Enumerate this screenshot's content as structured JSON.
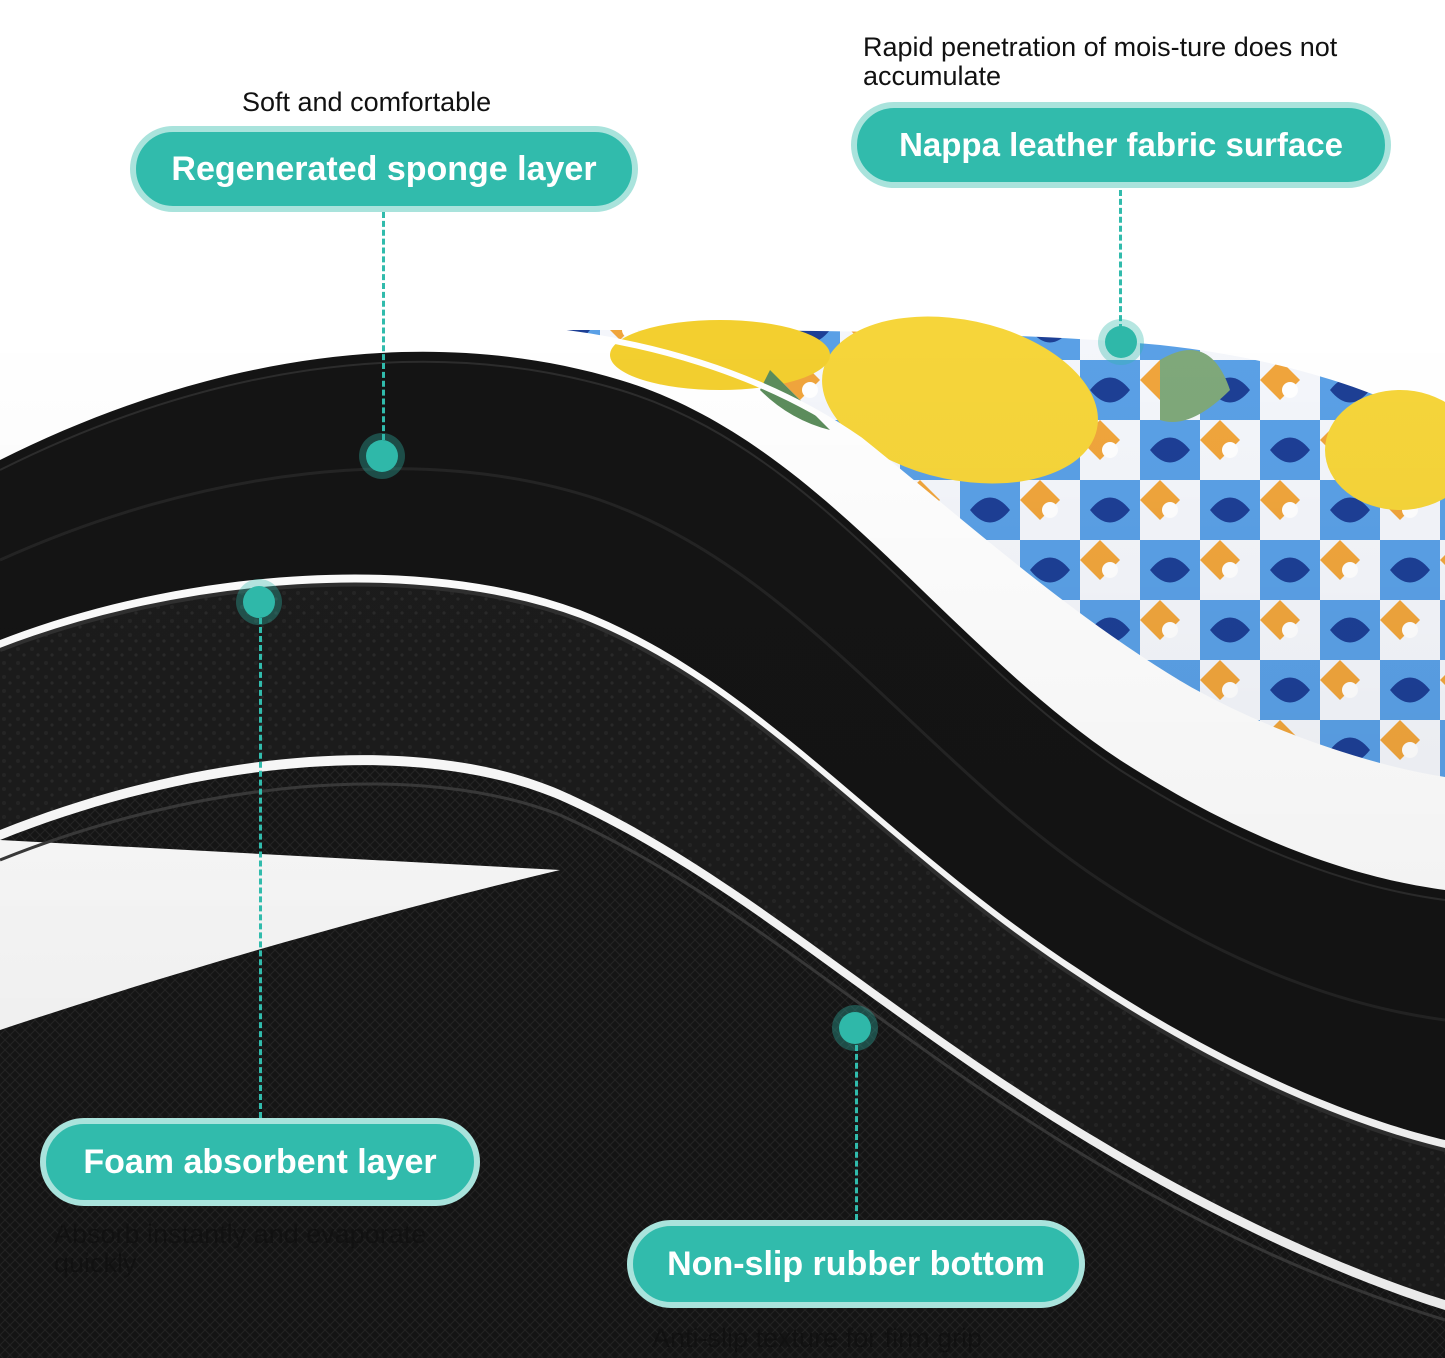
{
  "callouts": [
    {
      "id": "sponge",
      "label": "Regenerated sponge layer",
      "note": "Soft and comfortable"
    },
    {
      "id": "nappa",
      "label": "Nappa leather fabric surface",
      "note": "Rapid penetration of mois-ture does not accumulate"
    },
    {
      "id": "foam",
      "label": "Foam absorbent layer",
      "note": "Absorb instantly and evaporate quickly"
    },
    {
      "id": "rubber",
      "label": "Non-slip rubber bottom",
      "note": "Anti-slip texture for firm grip"
    }
  ],
  "colors": {
    "accent": "#31bbac",
    "accent_light": "#a9e3dc",
    "mat_black": "#151515",
    "lemon": "#f6d53a",
    "tile_blue": "#3f86d8",
    "tile_orange": "#f0a53c"
  },
  "icons": [
    "callout-marker-icon"
  ]
}
